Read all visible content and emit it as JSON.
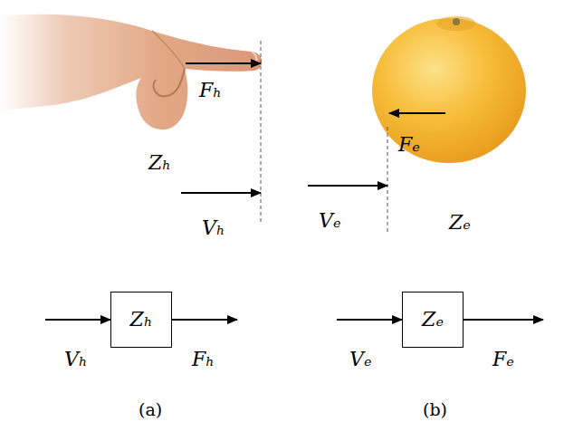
{
  "diagram": {
    "nodes": [
      {
        "text": [
          "Zₕ"
        ]
      },
      {
        "text": [
          "Zₑ"
        ]
      }
    ],
    "labels": [
      "Fₕ",
      "Zₕ",
      "Vₕ",
      "Vₑ",
      "Fₑ",
      "Zₑ",
      "Vₕ",
      "Fₕ",
      "Vₑ",
      "Fₑ",
      "(a)",
      "(b)"
    ]
  }
}
